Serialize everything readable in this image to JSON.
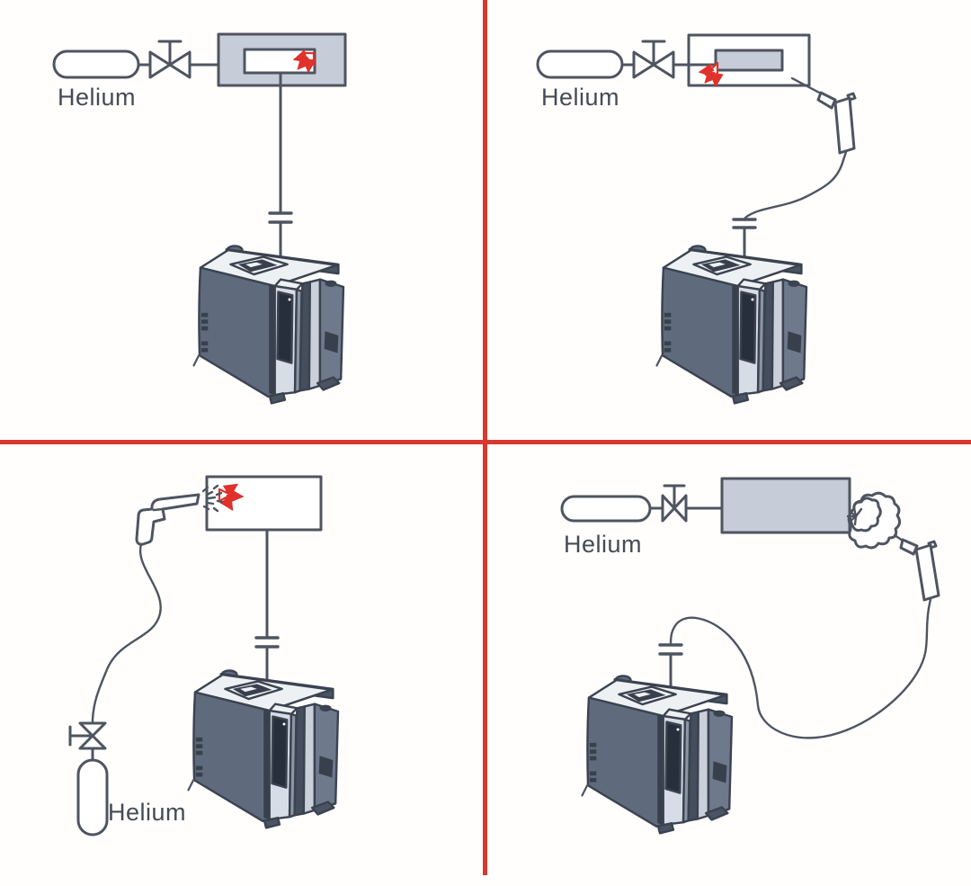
{
  "quadrants": {
    "top_left": {
      "label": "Helium"
    },
    "top_right": {
      "label": "Helium"
    },
    "bottom_left": {
      "label": "Helium"
    },
    "bottom_right": {
      "label": "Helium"
    }
  },
  "colors": {
    "divider_red": "#d9382f",
    "arrow_red": "#e0312a",
    "line_dark": "#4e5560",
    "box_fill": "#c6ccd8",
    "label_color": "#454b55",
    "machine_outline": "#3b4350",
    "machine_front": "#5f6b7d",
    "machine_top": "#eef1f4",
    "machine_side": "#6e7a8c",
    "machine_panel": "#d7dde6",
    "machine_panel_side": "#8a95a5",
    "machine_screen": "#272f3c",
    "machine_dark": "#39404d",
    "machine_back": "#4a5462",
    "machine_edge": "#c9d0da",
    "machine_gap": "#454e5c"
  }
}
